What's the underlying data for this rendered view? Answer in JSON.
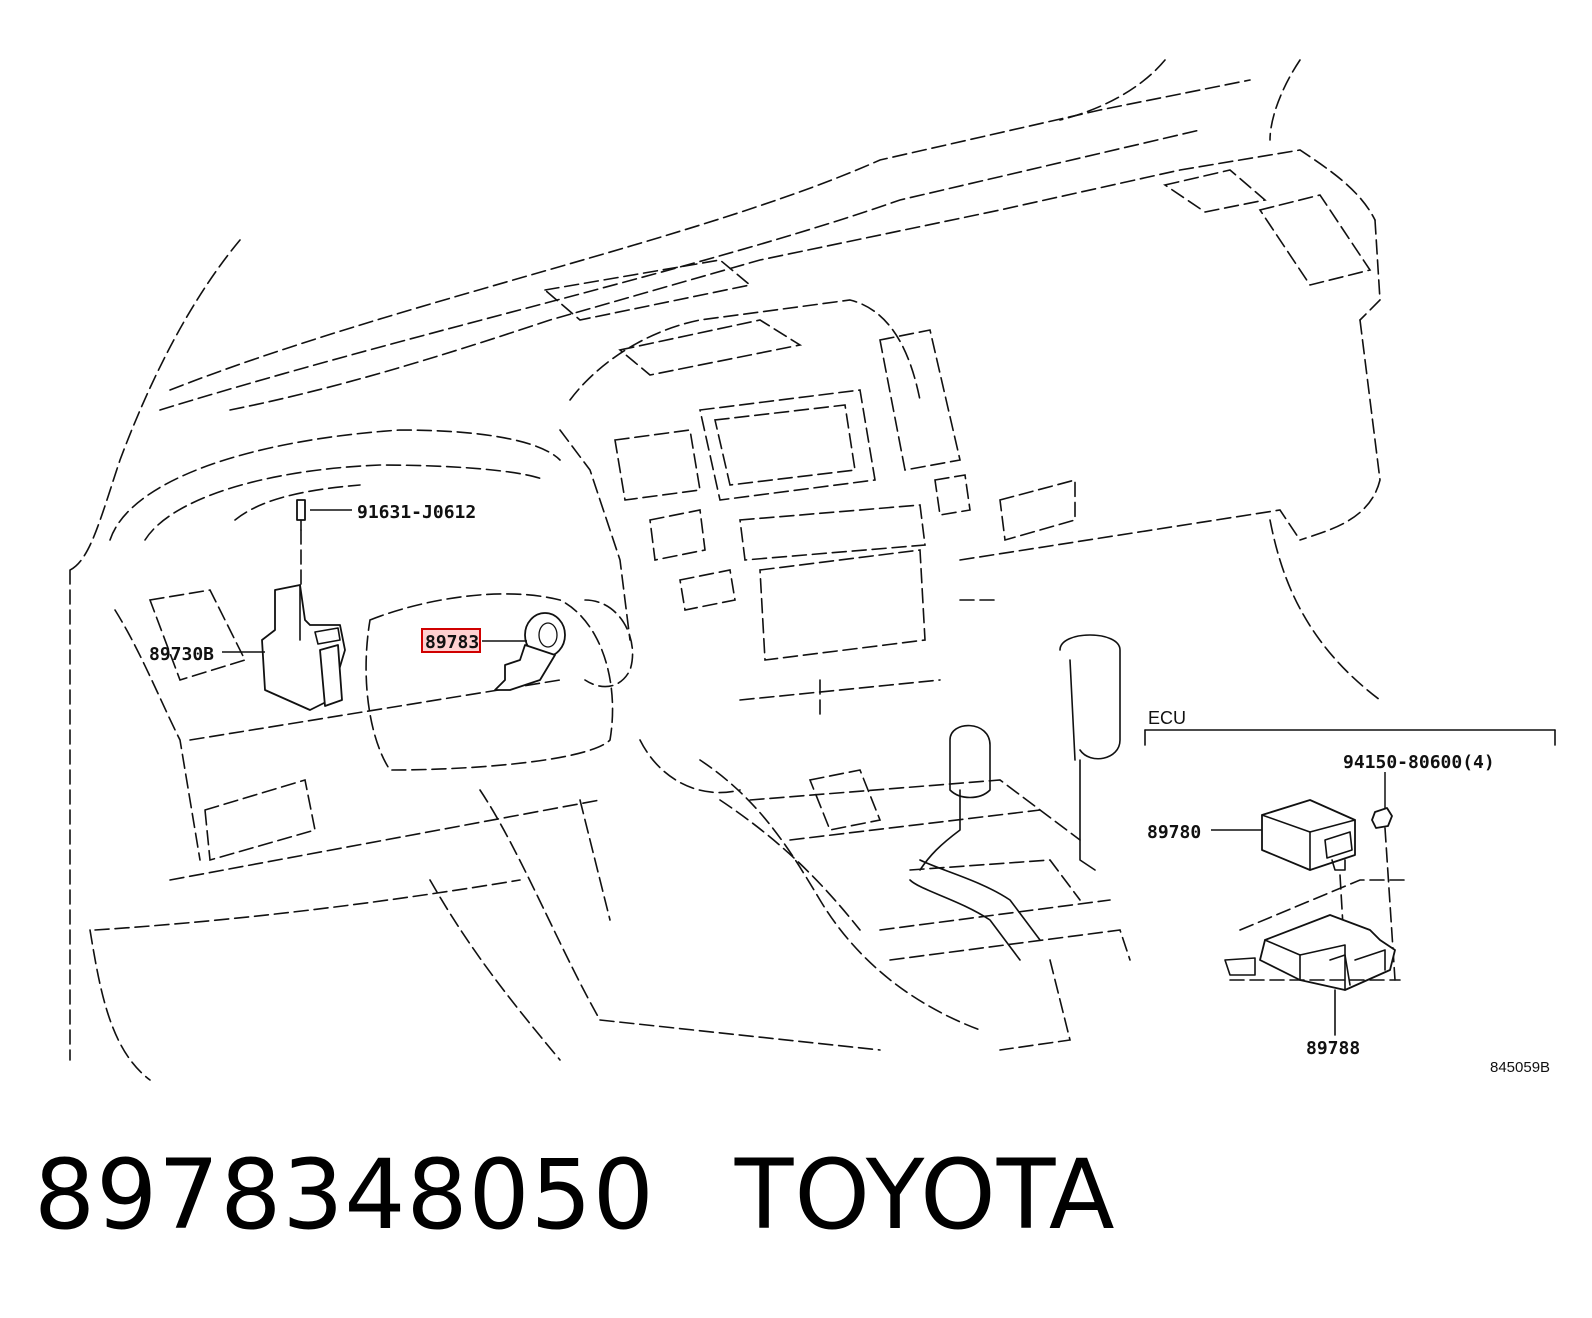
{
  "diagram": {
    "callouts": {
      "screw": "91631-J0612",
      "module_left": "89730B",
      "highlight_part": "89783",
      "ecu_group": "ECU",
      "nut": "94150-80600(4)",
      "ecu_unit": "89780",
      "bracket": "89788"
    },
    "reference_code": "845059B",
    "highlight_color": "#d00000"
  },
  "footer": {
    "part_number": "8978348050",
    "brand": "TOYOTA"
  }
}
